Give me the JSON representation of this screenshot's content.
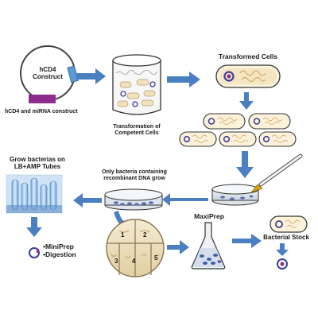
{
  "construct": {
    "plasmid_label_line1": "hCD4",
    "plasmid_label_line2": "Construct",
    "caption": "hCD4 and miRNA construct"
  },
  "transformation": {
    "caption_line1": "Transformation of",
    "caption_line2": "Competent Cells"
  },
  "transformed": {
    "title": "Transformed Cells"
  },
  "selection": {
    "caption_line1": "Only bacteria containing",
    "caption_line2": "recombinant DNA grow"
  },
  "growth": {
    "caption_line1": "Grow bacterias on",
    "caption_line2": "LB+AMP Tubes"
  },
  "plate_sections": [
    "1",
    "2",
    "3",
    "4",
    "5"
  ],
  "maxiprep": {
    "title": "MaxiPrep"
  },
  "stock": {
    "title": "Bacterial Stock"
  },
  "analysis": {
    "item1": "•MiniPrep",
    "item2": "•Digestion"
  },
  "colors": {
    "arrow": "#4a7fc1",
    "plasmid_tag": "#5b9bd5",
    "mirna_segment": "#8e2c8e",
    "cell_fill": "#f1e2bf",
    "cell_border": "#b59a6a",
    "plasmid_dot": "#3f3f9a",
    "agar": "#5b6fb8",
    "dna_squiggle": "#d69a4a"
  }
}
